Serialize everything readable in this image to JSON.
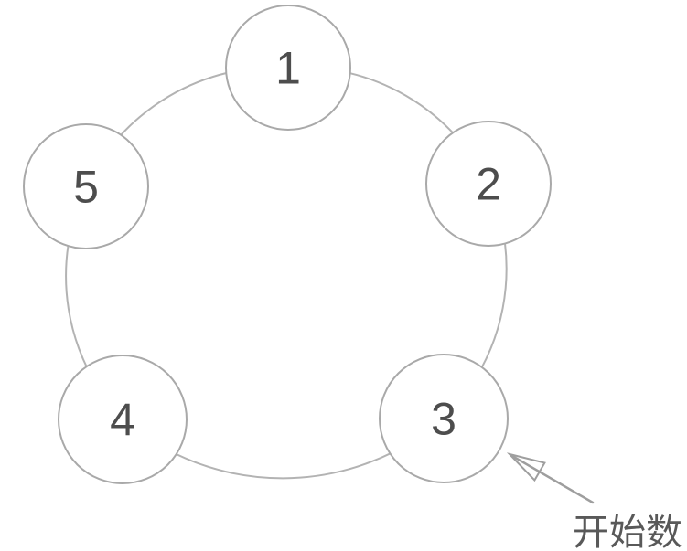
{
  "diagram": {
    "type": "circular-node-ring",
    "node_count": 5
  },
  "nodes": [
    {
      "label": "1"
    },
    {
      "label": "2"
    },
    {
      "label": "3"
    },
    {
      "label": "4"
    },
    {
      "label": "5"
    }
  ],
  "annotation": {
    "label": "开始数",
    "target_node": "3"
  },
  "colors": {
    "background": "#ffffff",
    "ring_stroke": "#b3b3b3",
    "node_border": "#a9a9a9",
    "node_fill": "#ffffff",
    "number_text": "#4d4d4d",
    "arrow": "#9e9e9e",
    "annotation_text": "#595959"
  }
}
